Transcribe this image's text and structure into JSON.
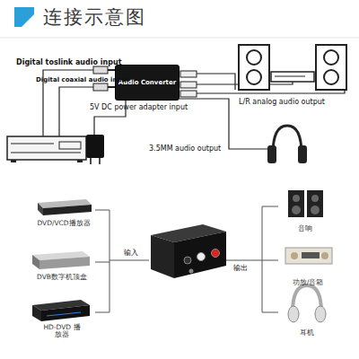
{
  "diagram": {
    "title": "连接示意图",
    "nodes": [
      {
        "text": [
          "Audio Converter"
        ]
      },
      {
        "text": [
          "DVD/VCD播放器"
        ]
      },
      {
        "text": [
          "DVB数字机顶盒"
        ]
      },
      {
        "text": [
          "HD-DVD 播放器"
        ]
      },
      {
        "text": [
          "音响"
        ]
      },
      {
        "text": [
          "功放/音箱"
        ]
      },
      {
        "text": [
          "耳机"
        ]
      }
    ],
    "labels": [
      "Digital toslink audio input",
      "Digital coaxial audio input",
      "5V DC power adapter input",
      "L/R analog audio output",
      "3.5MM audio output",
      "输入",
      "输出"
    ]
  }
}
